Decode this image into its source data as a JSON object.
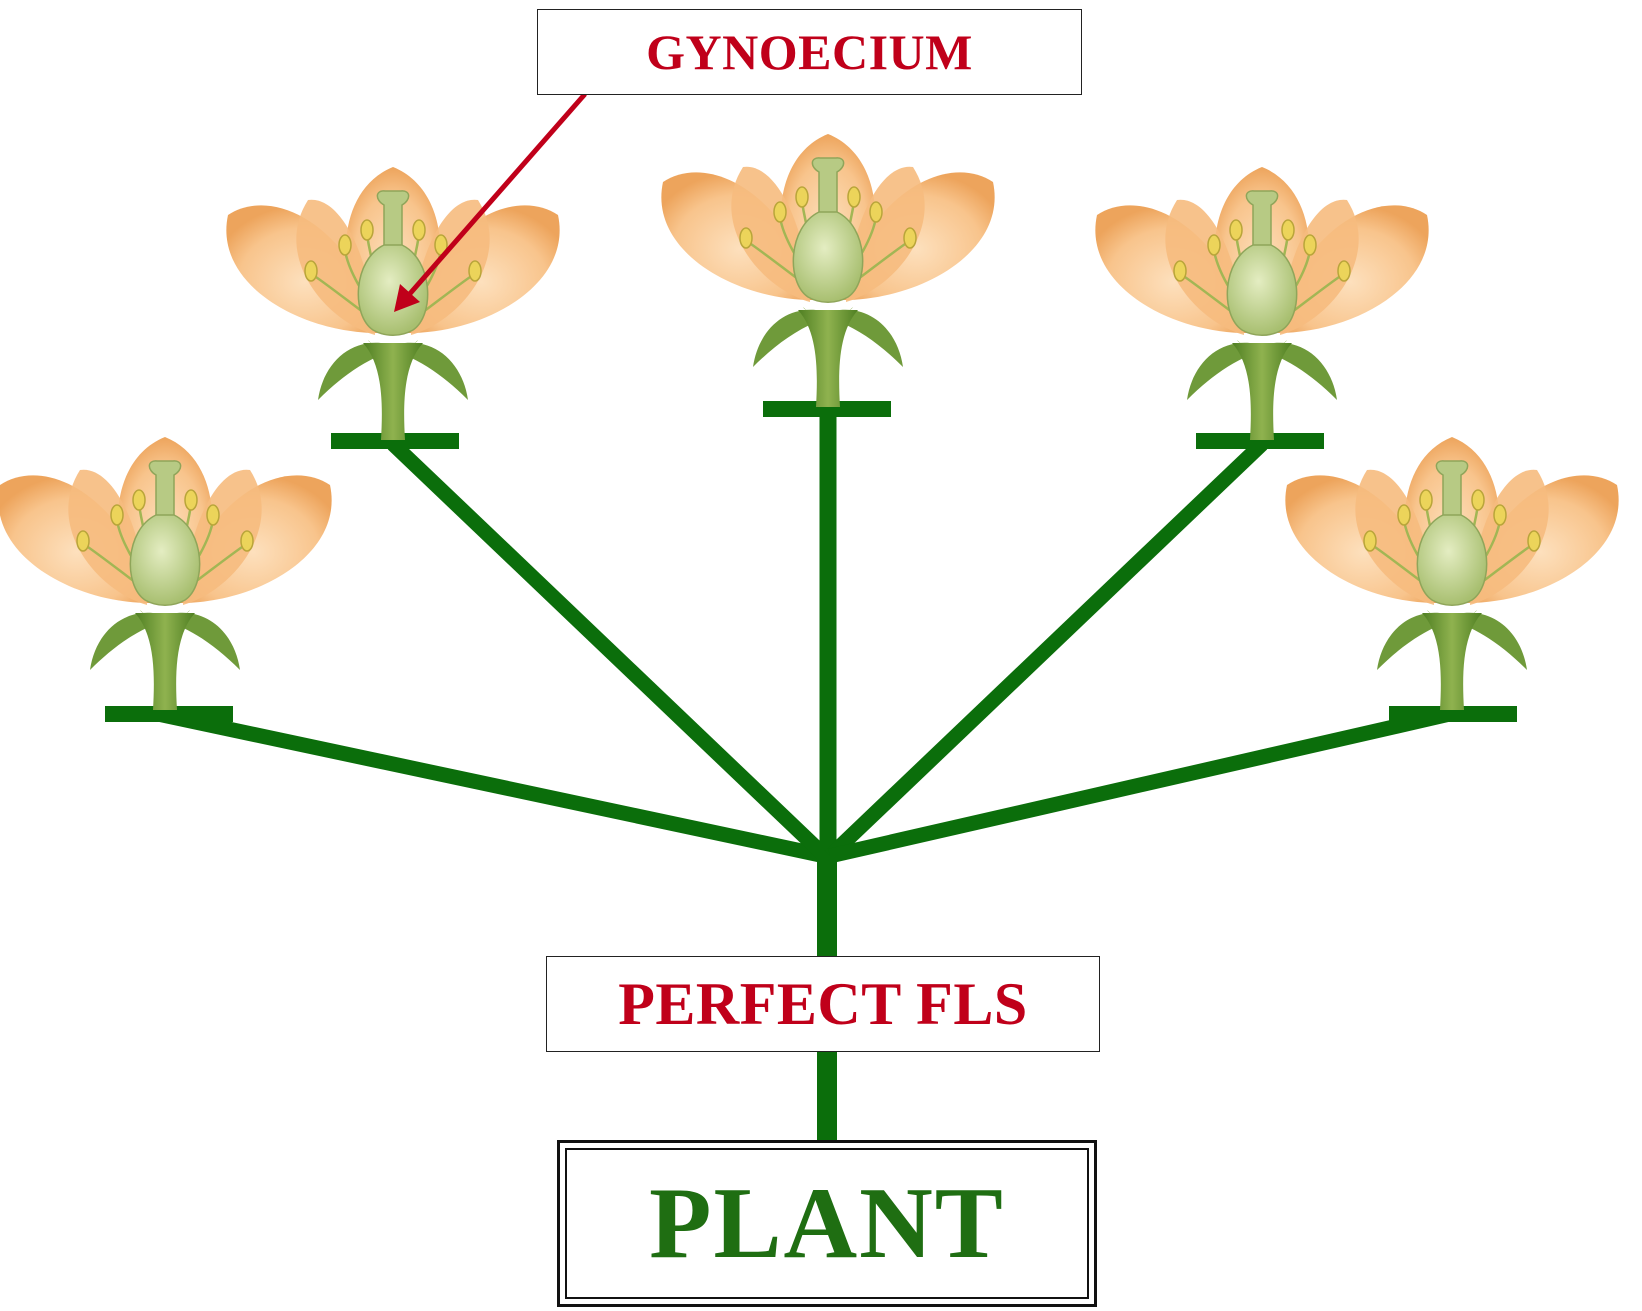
{
  "labels": {
    "gynoecium": "GYNOECIUM",
    "perfect": "PERFECT FLS",
    "plant": "PLANT"
  },
  "colors": {
    "stem": "#0b6e0b",
    "label_red": "#c0001a",
    "plant_green": "#1f6e12",
    "petal": "#f8c48c",
    "petal_edge": "#eda45c",
    "pistil": "#bfd08c",
    "sepal": "#6f9a3a",
    "anther": "#ecd45a",
    "arrow": "#c0001a"
  },
  "icons": [
    "flower-icon",
    "arrow-icon"
  ]
}
